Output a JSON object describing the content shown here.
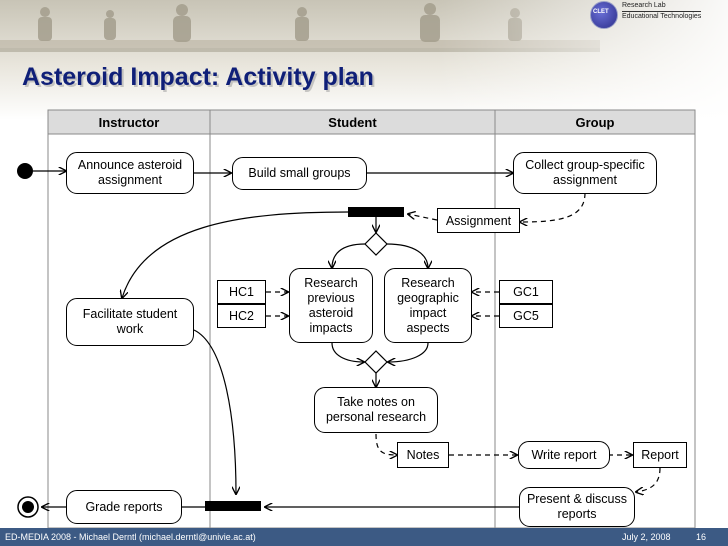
{
  "slide": {
    "title": "Asteroid Impact: Activity plan",
    "logo": {
      "line1": "Research Lab",
      "line2": "Educational Technologies",
      "emblem_text": "CLET"
    }
  },
  "swimlanes": [
    {
      "id": "instructor",
      "label": "Instructor"
    },
    {
      "id": "student",
      "label": "Student"
    },
    {
      "id": "group",
      "label": "Group"
    }
  ],
  "activities": {
    "announce": "Announce asteroid assignment",
    "build_groups": "Build small groups",
    "collect": "Collect group-specific assignment",
    "facilitate": "Facilitate student work",
    "research_prev": "Research previous asteroid impacts",
    "research_geo": "Research geographic impact aspects",
    "take_notes": "Take notes on personal research",
    "write_report": "Write report",
    "present": "Present & discuss reports",
    "grade": "Grade reports"
  },
  "objects": {
    "assignment": "Assignment",
    "hc1": "HC1",
    "hc2": "HC2",
    "gc1": "GC1",
    "gc5": "GC5",
    "notes": "Notes",
    "report": "Report"
  },
  "footer": {
    "credit": "ED-MEDIA 2008 - Michael Derntl (michael.derntl@univie.ac.at)",
    "date": "July 2, 2008",
    "page": "16"
  },
  "colors": {
    "title": "#0f1f78",
    "footer_bg": "#3c5a84",
    "lane_header_bg": "#dcdcdc"
  }
}
